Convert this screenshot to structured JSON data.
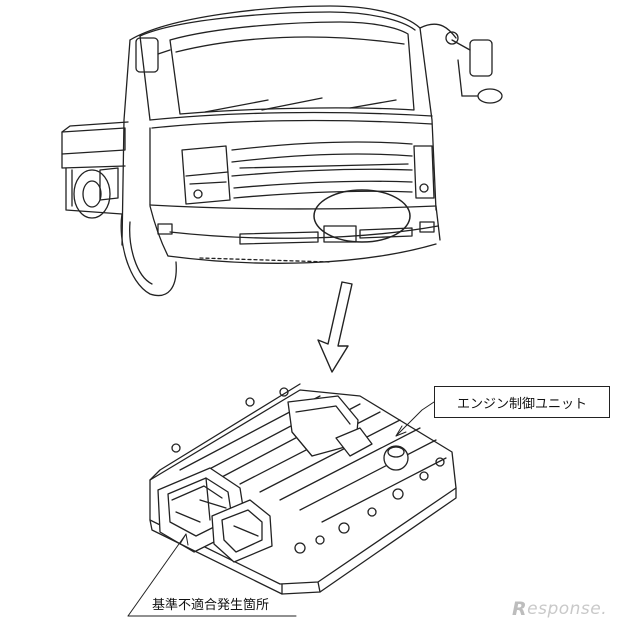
{
  "labels": {
    "ecu": "エンジン制御ユニット",
    "defect_location": "基準不適合発生箇所"
  },
  "watermark": {
    "text": "esponse.",
    "mark": "R"
  },
  "colors": {
    "line": "#222222",
    "watermark": "#c9c9c9"
  }
}
